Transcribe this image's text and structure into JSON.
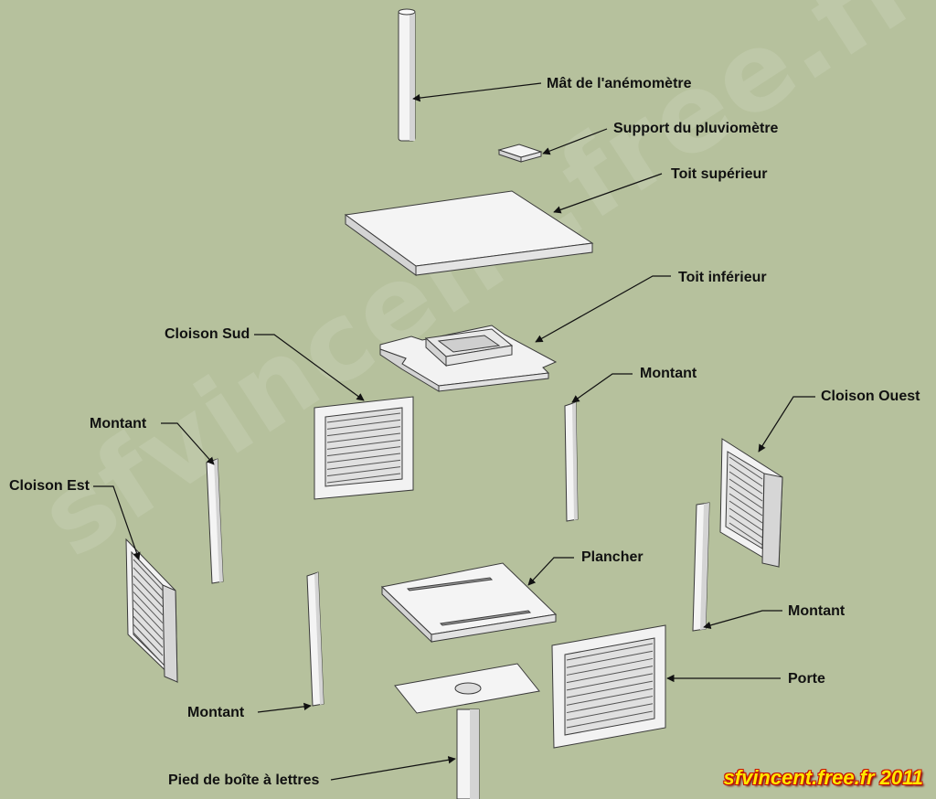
{
  "labels": {
    "mat": "Mât de l'anémomètre",
    "support": "Support du pluviomètre",
    "toit_sup": "Toit supérieur",
    "toit_inf": "Toit inférieur",
    "cloison_sud": "Cloison Sud",
    "montant_top_right": "Montant",
    "cloison_ouest": "Cloison Ouest",
    "montant_left": "Montant",
    "cloison_est": "Cloison Est",
    "plancher": "Plancher",
    "montant_right": "Montant",
    "porte": "Porte",
    "montant_bottom": "Montant",
    "pied": "Pied de boîte à lettres"
  },
  "watermark": "sfvincent.free.fr 2011",
  "credit": "sfvincent.free.fr 2011",
  "colors": {
    "background": "#b6c19d",
    "part_face": "#f4f4f4",
    "part_side": "#d4d4d4",
    "outline": "#3a3a3a",
    "credit_text": "#ffe800",
    "credit_outline": "#c81000"
  }
}
